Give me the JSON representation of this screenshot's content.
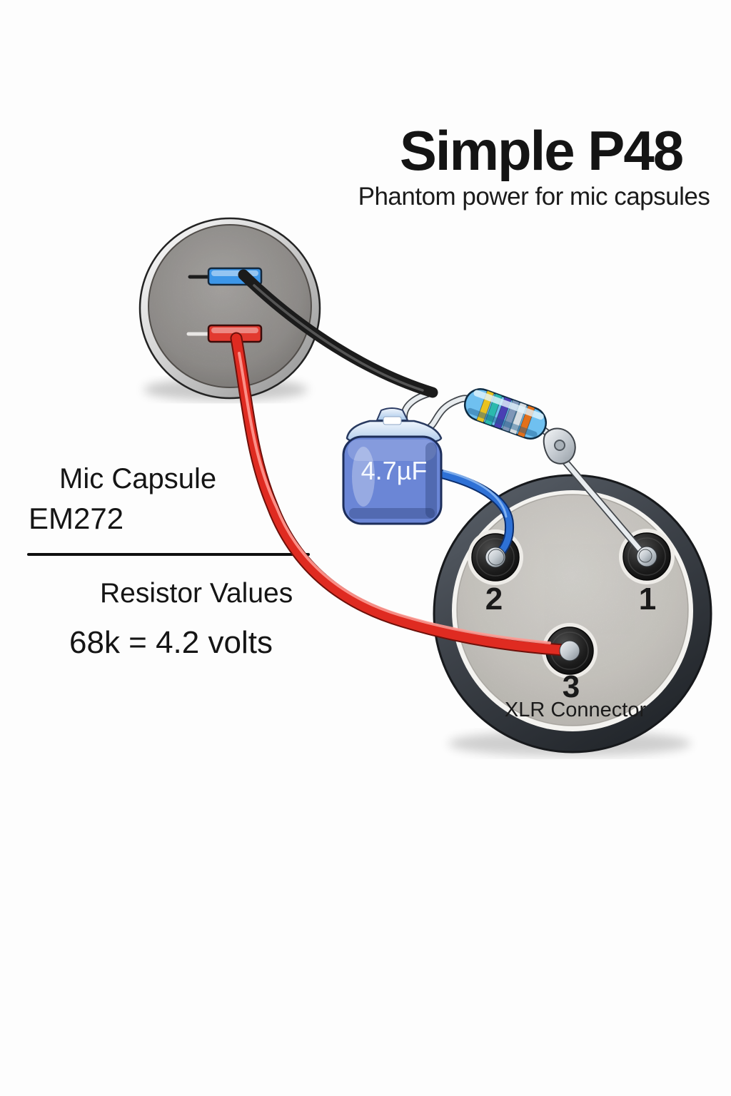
{
  "header": {
    "title": "Simple P48",
    "subtitle": "Phantom power for mic capsules"
  },
  "left_panel": {
    "capsule_name": "Mic Capsule",
    "capsule_model": "EM272",
    "resistor_heading": "Resistor Values",
    "resistor_value": "68k = 4.2 volts"
  },
  "diagram": {
    "capacitor": {
      "value": "4.7µF"
    },
    "resistor": {
      "body_color": "#6fc0f0",
      "band_colors": [
        "#e9c21f",
        "#2ab9ad",
        "#4a3fb4",
        "#7f97b8",
        "#d7dee3",
        "#e2701a"
      ]
    },
    "xlr": {
      "label": "XLR Connector",
      "pins": {
        "pin1": "1",
        "pin2": "2",
        "pin3": "3"
      }
    },
    "mic_capsule": {
      "pad_positive_color": "#3c96e8",
      "pad_negative_color": "#e23a30"
    },
    "wires": {
      "black": "#1b1b1b",
      "red": "#df2b21",
      "blue": "#2e71d6",
      "silver": "#e8ecef"
    }
  }
}
